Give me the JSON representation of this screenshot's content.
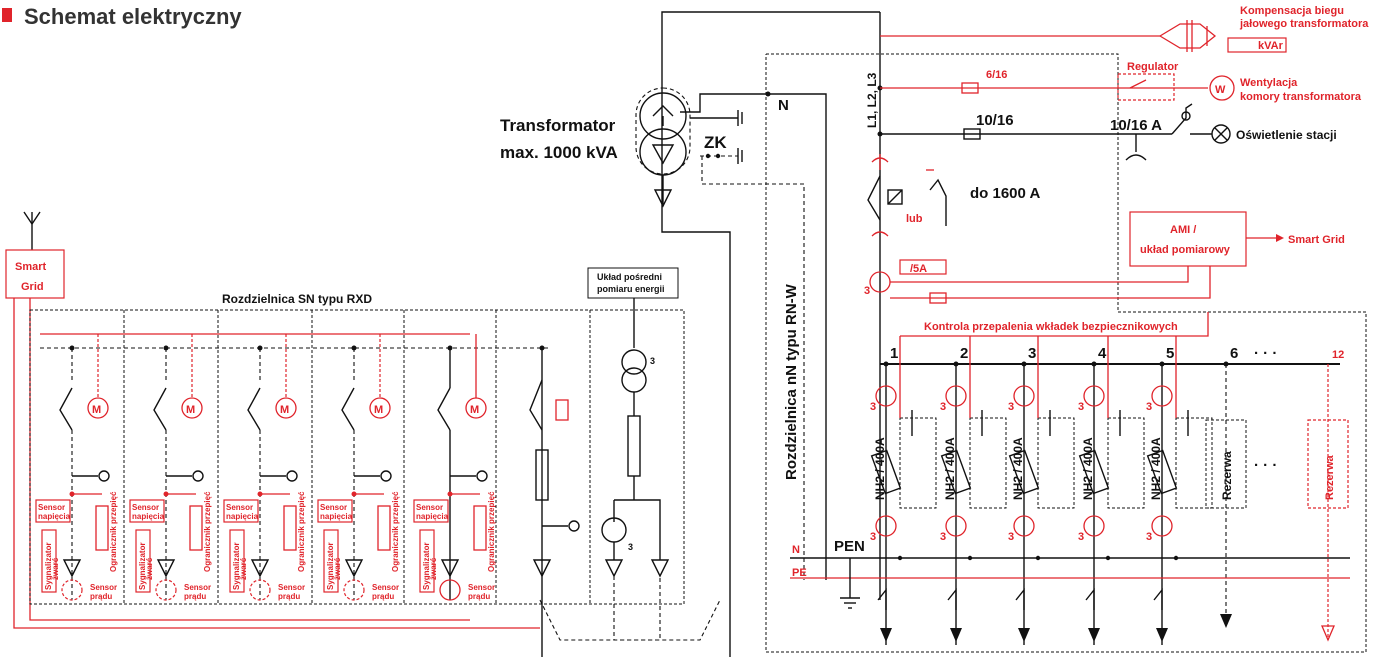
{
  "title": "Schemat elektryczny",
  "accent_color": "#e0242b",
  "line_color": "#111111",
  "transformer": {
    "line1": "Transformator",
    "line2": "max. 1000 kVA",
    "zk": "ZK",
    "n": "N"
  },
  "top_right": {
    "compensation_line1": "Kompensacja biegu",
    "compensation_line2": "jałowego transformatora",
    "kvar": "kVAr",
    "regulator": "Regulator",
    "fuse_6_16": "6/16",
    "ventilation_line1": "Wentylacja",
    "ventilation_line2": "komory transformatora",
    "w": "W",
    "phases": "L1, L2, L3",
    "fuse_10_16": "10/16",
    "fuse_10_16a": "10/16 A",
    "lighting": "Oświetlenie stacji",
    "breaker_rating": "do 1600 A",
    "lub": "lub",
    "ami_line1": "AMI /",
    "ami_line2": "układ pomiarowy",
    "smart_grid": "Smart Grid",
    "ct_ratio": "/5A",
    "ct_count": "3"
  },
  "sn_switchgear": {
    "title": "Rozdzielnica SN typu RXD",
    "smart_grid_line1": "Smart",
    "smart_grid_line2": "Grid",
    "measurement_line1": "Układ pośredni",
    "measurement_line2": "pomiaru energii",
    "motor": "M",
    "voltage_sensor_line1": "Sensor",
    "voltage_sensor_line2": "napięcia",
    "fault_indicator_line1": "Sygnalizator",
    "fault_indicator_line2": "zwarć",
    "surge_limiter": "Ogranicznik przepięć",
    "current_sensor_line1": "Sensor",
    "current_sensor_line2": "prądu",
    "vt_count": "3"
  },
  "nn_switchgear": {
    "title": "Rozdzielnica nN typu RN-W",
    "fuse_monitoring": "Kontrola przepalenia wkładek bezpiecznikowych",
    "feeders": [
      "1",
      "2",
      "3",
      "4",
      "5",
      "6",
      "12"
    ],
    "ellipsis": "· · ·",
    "fuse_label": "NH2 / 400A",
    "reserve": "Rezerwa",
    "ct_count": "3",
    "n": "N",
    "pe": "PE",
    "pen": "PEN"
  }
}
